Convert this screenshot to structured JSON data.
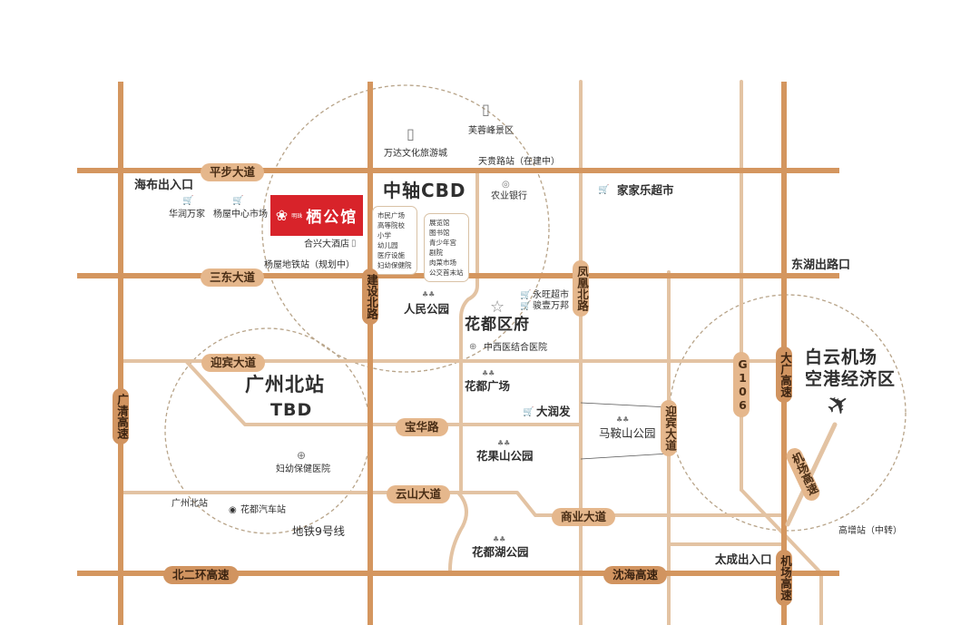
{
  "colors": {
    "main_road": "#d4965f",
    "minor_road": "#e3c3a3",
    "label_pill": "#e5b78c",
    "label_pill_dark": "#d19460",
    "circle_dash": "#b8a489",
    "logo_bg": "#d8232a",
    "text": "#2f2f2f"
  },
  "project": {
    "logo_brand_mark": "明珠",
    "logo_name": "栖公馆"
  },
  "zones": {
    "cbd": "中轴CBD",
    "guangzhou_north_title": "广州北站",
    "guangzhou_north_sub": "TBD",
    "airport_line1": "白云机场",
    "airport_line2": "空港经济区",
    "district_gov": "花都区府"
  },
  "cbd_facilities": {
    "left": [
      "市民广场",
      "高等院校",
      "小学",
      "幼儿园",
      "医疗设施",
      "妇幼保健院"
    ],
    "right": [
      "展览馆",
      "图书馆",
      "青少年宫",
      "剧院",
      "肉菜市场",
      "公交首末站"
    ]
  },
  "roads": {
    "pingbu": "平步大道",
    "sandong": "三东大道",
    "jianshe_north": "建设北路",
    "fenghuang_north": "凤凰北路",
    "yingbin_west": "迎宾大道",
    "yingbin_east": "迎宾大道",
    "guangqing": "广清高速",
    "baohua": "宝华路",
    "yunshan": "云山大道",
    "shangye": "商业大道",
    "beierhuan": "北二环高速",
    "shenhai": "沈海高速",
    "g106": "G106",
    "daguang": "大广高速",
    "airport_exp_upper": "机场高速",
    "airport_exp_lower": "机场高速"
  },
  "places": {
    "haibu_exit": "海布出入口",
    "china_resources": "华润万家",
    "yangwu_market": "杨屋中心市场",
    "hexing_hotel": "合兴大酒店",
    "yangwu_metro": "杨屋地铁站（规划中）",
    "wanda": "万达文化旅游城",
    "furong_scenic": "芙蓉峰景区",
    "tiangui_station": "天贵路站（在建中）",
    "agri_bank": "农业银行",
    "jiajiale": "家家乐超市",
    "donghu_exit": "东湖出路口",
    "renmin_park": "人民公园",
    "yongwang": "永旺超市",
    "junyi_wanbang": "骏壹万邦",
    "tcm_hospital": "中西医结合医院",
    "huadu_square": "花都广场",
    "darunfa": "大润发",
    "maanshan_park": "马鞍山公园",
    "huaguoshan_park": "花果山公园",
    "maternal_hospital": "妇幼保健医院",
    "gz_north_station": "广州北站",
    "huadu_bus": "花都汽车站",
    "metro9": "地铁9号线",
    "huadu_lake_park": "花都湖公园",
    "taicheng_exit": "太成出入口",
    "gaozeng_station": "高增站（中转）"
  },
  "icons": {
    "cart": "🛒",
    "park": "♣♣",
    "hospital": "⊕",
    "star": "☆",
    "plane": "✈",
    "building": "▯",
    "bank": "◎",
    "bus": "◉"
  }
}
